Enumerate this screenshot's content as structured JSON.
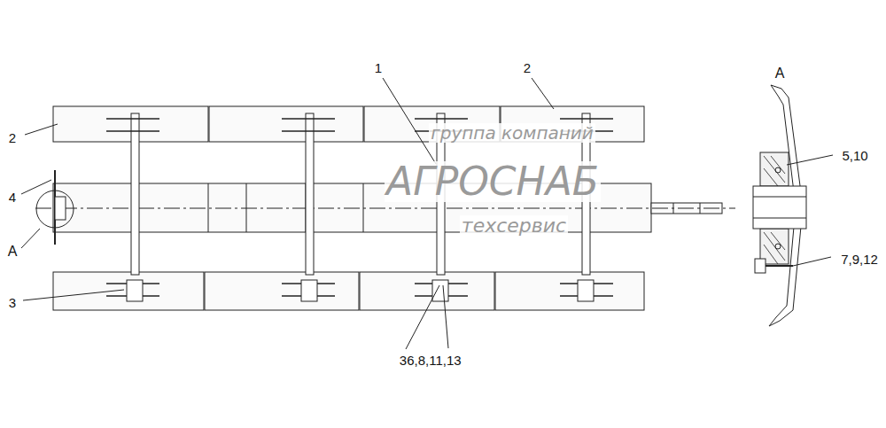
{
  "diagram": {
    "labels": [
      "1",
      "2",
      "2",
      "4",
      "A",
      "3",
      "3",
      "6,8,11,13",
      "A",
      "5,10",
      "7,9,12",
      "группа компаний",
      "АГРОСНАБ",
      "техсервис"
    ]
  }
}
